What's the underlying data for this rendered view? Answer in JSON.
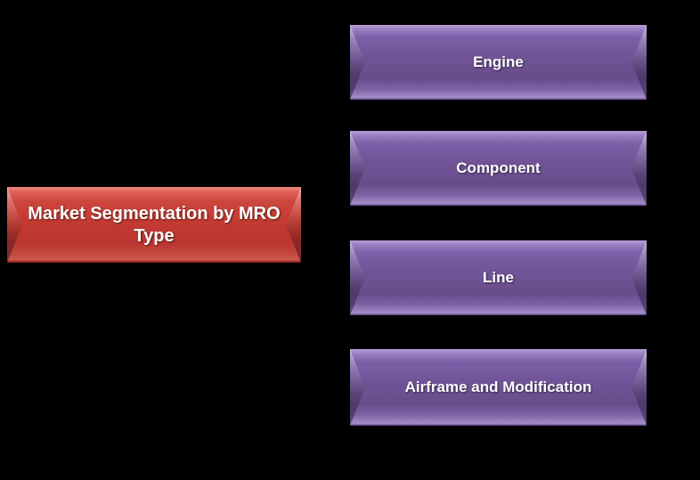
{
  "slide": {
    "background_color": "#000000"
  },
  "colors": {
    "root_node_face": "#C33A32",
    "child_node_face": "#715497",
    "label_text": "#FFFFFF"
  },
  "diagram": {
    "type": "hierarchy",
    "root": {
      "label": "Market Segmentation by MRO Type"
    },
    "children": [
      {
        "label": "Engine"
      },
      {
        "label": "Component"
      },
      {
        "label": "Line"
      },
      {
        "label": "Airframe and Modification"
      }
    ]
  }
}
